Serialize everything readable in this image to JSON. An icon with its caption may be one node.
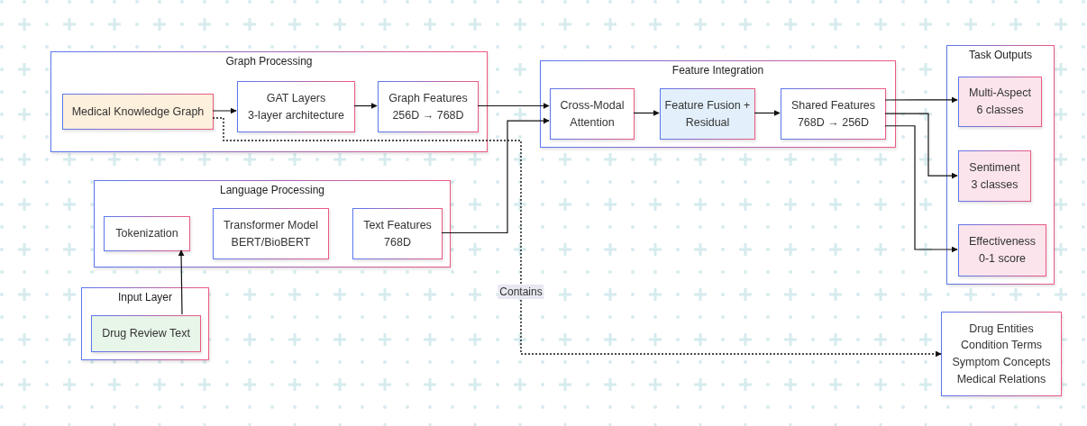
{
  "diagram": {
    "nodes": [
      {
        "text": [
          "Graph Processing"
        ]
      },
      {
        "text": [
          "Medical Knowledge Graph"
        ],
        "in": 0
      },
      {
        "text": [
          "GAT Layers",
          "3-layer architecture"
        ],
        "in": 0
      },
      {
        "text": [
          "Graph Features",
          "256D → 768D"
        ],
        "in": 0
      },
      {
        "text": [
          "Feature Integration"
        ]
      },
      {
        "text": [
          "Cross-Modal Attention"
        ],
        "in": 4
      },
      {
        "text": [
          "Feature Fusion + Residual"
        ],
        "in": 4
      },
      {
        "text": [
          "Shared Features",
          "768D → 256D"
        ],
        "in": 4
      },
      {
        "text": [
          "Task Outputs"
        ]
      },
      {
        "text": [
          "Multi-Aspect",
          "6 classes"
        ],
        "in": 8
      },
      {
        "text": [
          "Sentiment",
          "3 classes"
        ],
        "in": 8
      },
      {
        "text": [
          "Effectiveness",
          "0-1 score"
        ],
        "in": 8
      },
      {
        "text": [
          "Language Processing"
        ]
      },
      {
        "text": [
          "Tokenization"
        ],
        "in": 12
      },
      {
        "text": [
          "Transformer Model",
          "BERT/BioBERT"
        ],
        "in": 12
      },
      {
        "text": [
          "Text Features",
          "768D"
        ],
        "in": 12
      },
      {
        "text": [
          "Input Layer"
        ]
      },
      {
        "text": [
          "Drug Review Text"
        ],
        "in": 16
      },
      {
        "text": [
          "Drug Entities",
          "Condition Terms",
          "Symptom Concepts",
          "Medical Relations"
        ]
      }
    ],
    "edges": [
      {
        "from": 1,
        "to": 2,
        "arrow": "to"
      },
      {
        "from": 2,
        "to": 3,
        "arrow": "to"
      },
      {
        "from": 3,
        "to": 5,
        "arrow": "to"
      },
      {
        "from": 15,
        "to": 5,
        "arrow": "to"
      },
      {
        "from": 5,
        "to": 6,
        "arrow": "to"
      },
      {
        "from": 6,
        "to": 7,
        "arrow": "to"
      },
      {
        "from": 7,
        "to": 9,
        "arrow": "to"
      },
      {
        "from": 7,
        "to": 10,
        "arrow": "to"
      },
      {
        "from": 7,
        "to": 11,
        "arrow": "to"
      },
      {
        "from": 17,
        "to": 13,
        "arrow": "to"
      },
      {
        "from": 1,
        "to": 18,
        "arrow": "to",
        "label": "Contains",
        "style": "dashed"
      }
    ]
  }
}
